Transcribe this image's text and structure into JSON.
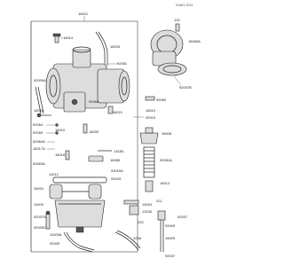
{
  "diagram": {
    "reference_code": "E1861-0021",
    "labels": {
      "l16001": "16001",
      "l132": "132",
      "l16065a": "16065A",
      "l92037b": "92037B",
      "l16014": "16014",
      "l16025": "16025",
      "l92060": "92060",
      "l92081": "92081",
      "l16018": "16018",
      "l92009a": "92009A",
      "l92066": "92066",
      "l16021": "16021",
      "l92064": "92064",
      "l92065": "92065",
      "l16030": "16030",
      "l16010": "16010",
      "l92015": "92015",
      "l92064a": "92064A",
      "l16017a": "16017A",
      "l16016": "16016",
      "l13183": "13183",
      "l16085": "16085",
      "l92015a": "92015A",
      "l92043": "92043",
      "l16008": "16008",
      "l92081a": "92081A",
      "l16012": "16012",
      "l11012": "11012",
      "l92037": "92037",
      "l92037a": "92037A",
      "l92009c": "92009C",
      "l16031": "16031",
      "l11009": "11009",
      "l14024": "14024",
      "l13150": "13150",
      "l221": "221",
      "l220": "220",
      "l92037bot": "92037",
      "l92009": "92009",
      "l92037c": "92037",
      "l16009": "16009",
      "l220a": "220A",
      "l11009a": "11009A",
      "l92009b": "92009"
    }
  }
}
